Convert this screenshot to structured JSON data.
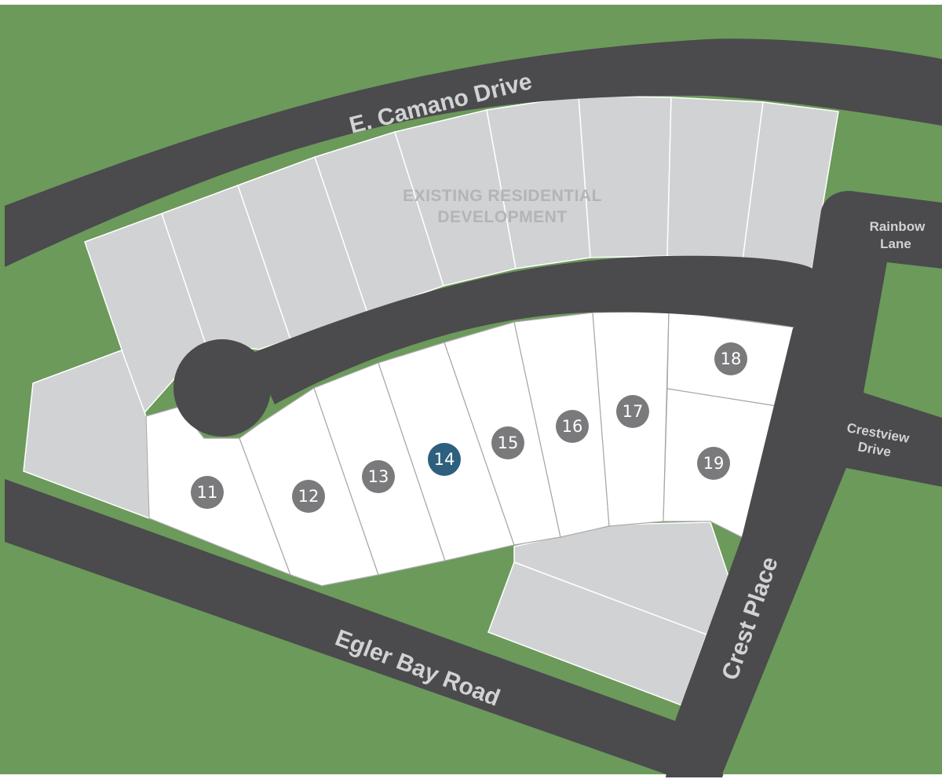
{
  "map": {
    "area_label_line1": "EXISTING RESIDENTIAL",
    "area_label_line2": "DEVELOPMENT",
    "roads": {
      "e_camano": "E. Camano Drive",
      "egler_bay": "Egler Bay Road",
      "crest_place": "Crest Place",
      "rainbow_line1": "Rainbow",
      "rainbow_line2": "Lane",
      "crestview_line1": "Crestview",
      "crestview_line2": "Drive"
    },
    "lots": [
      {
        "number": "11",
        "status": "default"
      },
      {
        "number": "12",
        "status": "default"
      },
      {
        "number": "13",
        "status": "default"
      },
      {
        "number": "14",
        "status": "highlighted"
      },
      {
        "number": "15",
        "status": "default"
      },
      {
        "number": "16",
        "status": "default"
      },
      {
        "number": "17",
        "status": "default"
      },
      {
        "number": "18",
        "status": "default"
      },
      {
        "number": "19",
        "status": "default"
      }
    ],
    "colors": {
      "grass": "#6b9a5b",
      "road": "#4b4a4d",
      "existing_lot": "#d1d2d4",
      "available_lot": "#ffffff",
      "lot_marker": "#7a7a7c",
      "lot_marker_highlight": "#2f5f7f"
    }
  }
}
